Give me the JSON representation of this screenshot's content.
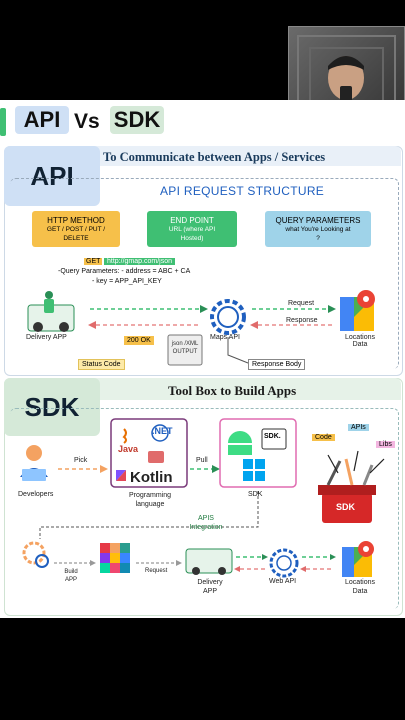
{
  "header": {
    "title_left": "API",
    "title_vs": "Vs",
    "title_right": "SDK"
  },
  "api": {
    "badge": "API",
    "subtitle": "To Communicate between Apps / Services",
    "structure_title": "API REQUEST STRUCTURE",
    "boxes": [
      {
        "title": "HTTP METHOD",
        "body": "GET / POST / PUT / DELETE",
        "color": "#f6c04a"
      },
      {
        "title": "END POINT",
        "body": "URL (where API Hosted)",
        "color": "#3fbf73"
      },
      {
        "title": "QUERY PARAMETERS",
        "body": "what You're Looking at ?",
        "color": "#9fd3e9"
      }
    ],
    "get_label": "GET",
    "url": "http://gmap.com/json",
    "query_line": "-Query Parameters: - address = ABC + CA",
    "key_line": "- key = APP_API_KEY",
    "delivery_app": "Delivery APP",
    "maps_api": "Maps API",
    "locations_data": "Locations Data",
    "request": "Request",
    "response": "Response",
    "status_ok": "200 OK",
    "status_code": "Status Code",
    "output": "json /XML OUTPUT",
    "response_body": "Response Body"
  },
  "sdk": {
    "badge": "SDK",
    "subtitle": "Tool Box to Build Apps",
    "developers": "Developers",
    "pick": "Pick",
    "pull": "Pull",
    "programming_language": "Programming language",
    "lang_java": "Java",
    "lang_net": ".NET",
    "lang_kotlin": "Kotlin",
    "sdk_label": "SDK",
    "sdk_box": "SDK.",
    "toolbox_label": "SDK",
    "tag_code": "Code",
    "tag_apis": "APIs",
    "tag_libs": "Libs",
    "apis_integration": "APIS Integration",
    "build_app": "Build APP",
    "request": "Request",
    "delivery_app": "Delivery APP",
    "web_api": "Web API",
    "locations_data": "Locations Data"
  },
  "colors": {
    "accent_green": "#3fbf73",
    "accent_blue": "#1f5fbf",
    "header_bg": "#dbe8f6"
  }
}
